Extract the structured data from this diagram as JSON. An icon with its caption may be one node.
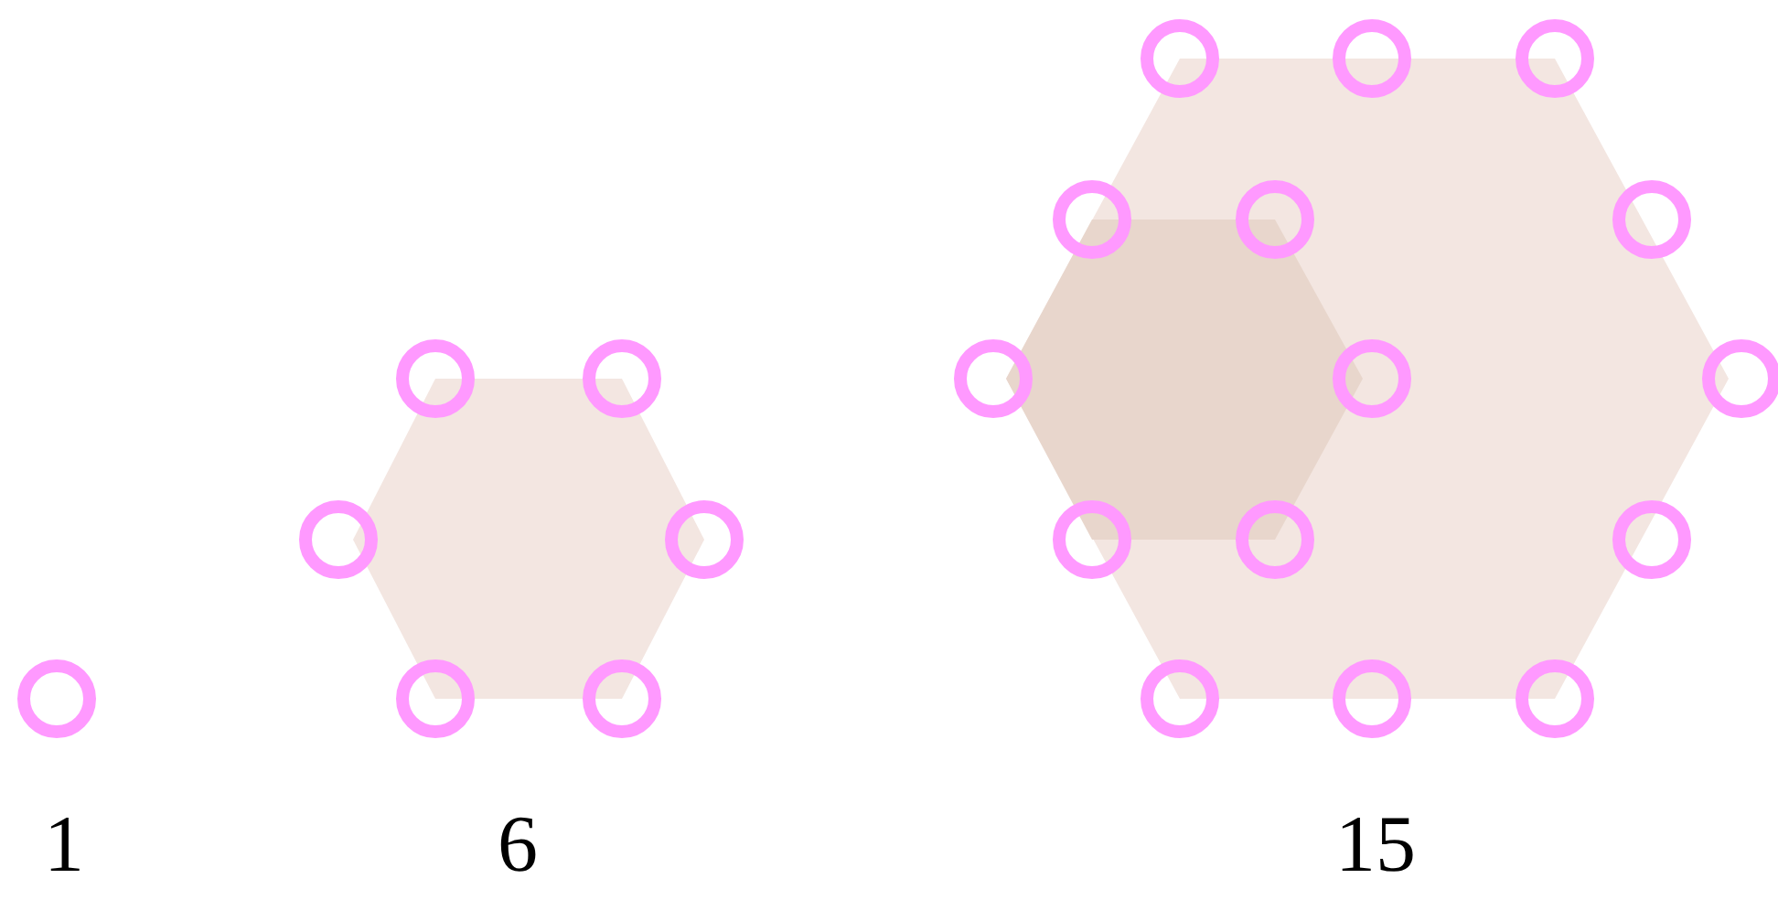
{
  "diagram": {
    "labels": [
      "1",
      "6",
      "15"
    ]
  }
}
